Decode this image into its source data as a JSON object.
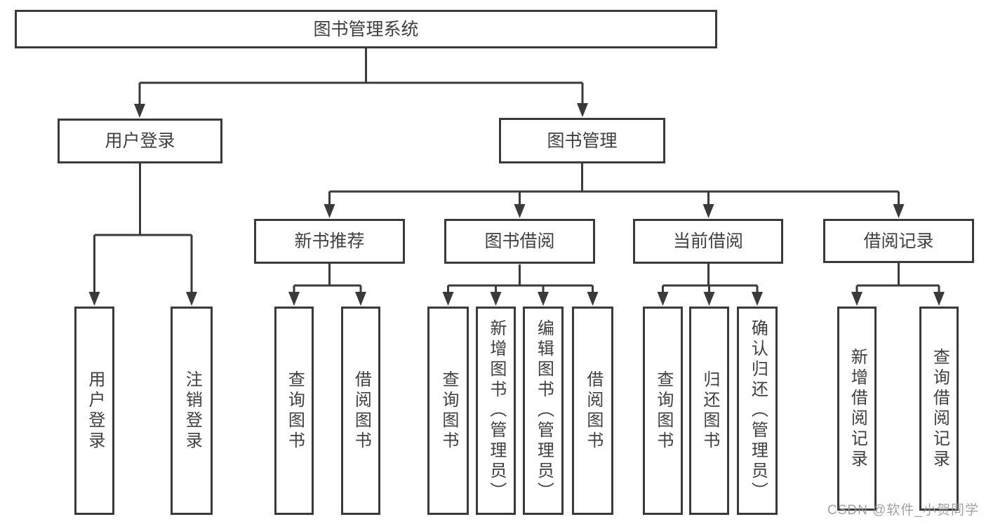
{
  "title": "图书管理系统",
  "watermark": "CSDN @软件_小贺同学",
  "colors": {
    "line": "#3a3a3a",
    "text": "#3f3f3f",
    "background": "#ffffff",
    "watermark": "#979797"
  },
  "nodes": {
    "root": {
      "label": "图书管理系统"
    },
    "user_login": {
      "label": "用户登录"
    },
    "book_mgmt": {
      "label": "图书管理"
    },
    "new_book_rec": {
      "label": "新书推荐"
    },
    "book_borrow": {
      "label": "图书借阅"
    },
    "current_borrow": {
      "label": "当前借阅"
    },
    "borrow_record": {
      "label": "借阅记录"
    },
    "ul_user_login": {
      "label": "用户登录"
    },
    "ul_logout": {
      "label": "注销登录"
    },
    "nb_query_book": {
      "label": "查询图书"
    },
    "nb_borrow_book": {
      "label": "借阅图书"
    },
    "bb_query_book": {
      "label": "查询图书"
    },
    "bb_add_book": {
      "label": "新增图书（管理员）"
    },
    "bb_edit_book": {
      "label": "编辑图书（管理员）"
    },
    "bb_borrow_book": {
      "label": "借阅图书"
    },
    "cb_query_book": {
      "label": "查询图书"
    },
    "cb_return_book": {
      "label": "归还图书"
    },
    "cb_confirm_return": {
      "label": "确认归还（管理员）"
    },
    "br_add_record": {
      "label": "新增借阅记录"
    },
    "br_query_record": {
      "label": "查询借阅记录"
    }
  },
  "structure": {
    "图书管理系统": [
      "用户登录",
      "图书管理"
    ],
    "用户登录": [
      "用户登录",
      "注销登录"
    ],
    "图书管理": [
      "新书推荐",
      "图书借阅",
      "当前借阅",
      "借阅记录"
    ],
    "新书推荐": [
      "查询图书",
      "借阅图书"
    ],
    "图书借阅": [
      "查询图书",
      "新增图书（管理员）",
      "编辑图书（管理员）",
      "借阅图书"
    ],
    "当前借阅": [
      "查询图书",
      "归还图书",
      "确认归还（管理员）"
    ],
    "借阅记录": [
      "新增借阅记录",
      "查询借阅记录"
    ]
  }
}
